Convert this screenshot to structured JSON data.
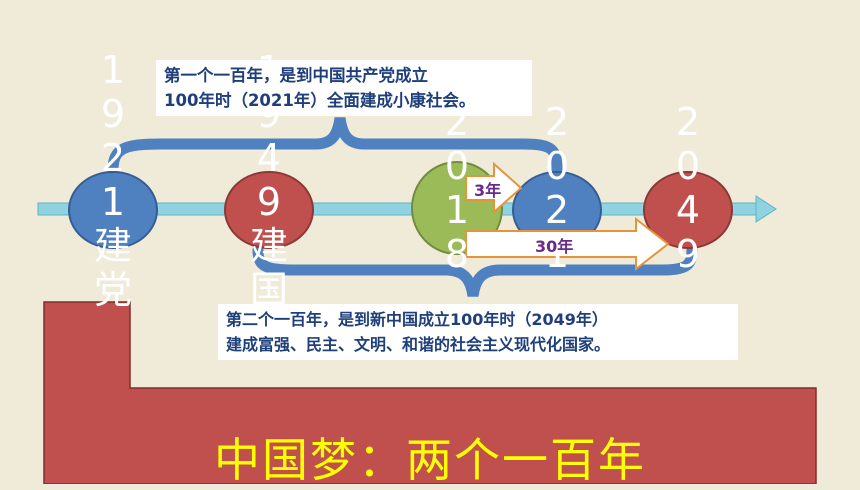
{
  "colors": {
    "background": "#efebd8",
    "timeline": "#8fd3e0",
    "brace": "#4f80c0",
    "node_blue": "#4f80c0",
    "node_red": "#c0504d",
    "node_green": "#9bbb59",
    "banner": "#c0504d",
    "slogan_text": "#ffff00"
  },
  "timeline": {
    "nodes": [
      {
        "color": "blue",
        "label": "1921建党"
      },
      {
        "color": "red",
        "label": "1949建国"
      },
      {
        "color": "green",
        "label": "2018"
      },
      {
        "color": "blue",
        "label": "2021"
      },
      {
        "color": "red",
        "label": "2049"
      }
    ]
  },
  "callouts": {
    "first": {
      "line1": "第一个一百年，是到中国共产党成立",
      "line2": "100年时（2021年）全面建成小康社会。"
    },
    "second": {
      "line1": "第二个一百年，是到新中国成立100年时（2049年）",
      "line2": "建成富强、民主、文明、和谐的社会主义现代化国家。"
    }
  },
  "arrows": {
    "short_label": "3年",
    "long_label": "30年"
  },
  "slogan": "中国梦：两个一百年"
}
